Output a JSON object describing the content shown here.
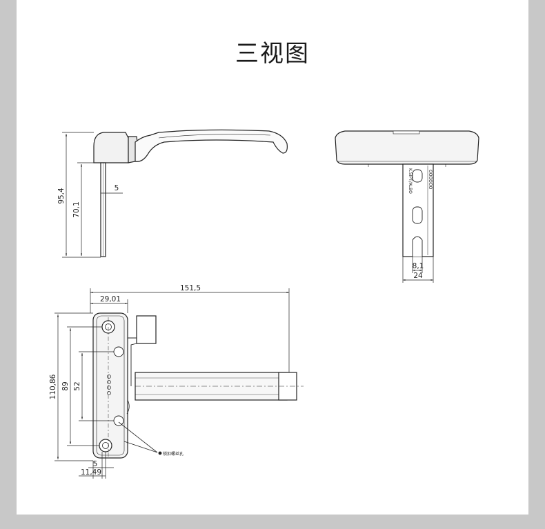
{
  "page": {
    "title": "三视图"
  },
  "side_view": {
    "dimensions": {
      "overall_height": "95,4",
      "shaft_length": "70,1",
      "shaft_thickness": "5"
    }
  },
  "end_view": {
    "shaft_marking": "K.SIPT/ALBO",
    "brand_marking": "OOOOOO",
    "dimensions": {
      "slot_width": "8,1",
      "shaft_width": "24"
    }
  },
  "top_view": {
    "dimensions": {
      "overall_length": "151,5",
      "base_width": "29,01",
      "overall_height": "110,86",
      "hole_spacing_outer": "89",
      "hole_spacing_inner": "52",
      "offset_small": "5",
      "offset_edge": "11,49"
    },
    "callout": "锁扣螺丝孔"
  }
}
